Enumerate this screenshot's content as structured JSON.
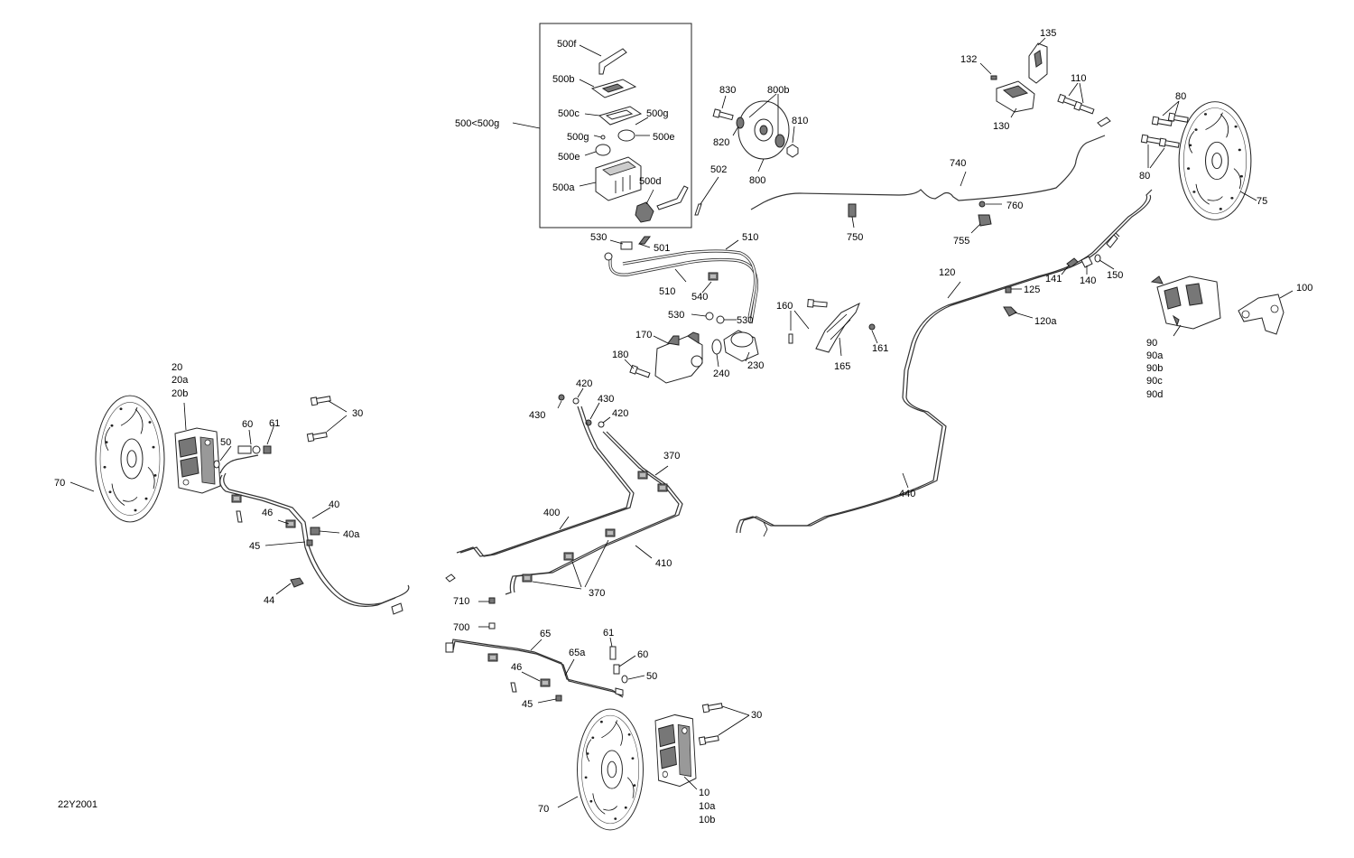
{
  "diagram_id": "22Y2001",
  "callouts": [
    {
      "id": "c500",
      "text": "500<500g"
    },
    {
      "id": "c500f",
      "text": "500f"
    },
    {
      "id": "c500b",
      "text": "500b"
    },
    {
      "id": "c500c",
      "text": "500c"
    },
    {
      "id": "c500g1",
      "text": "500g"
    },
    {
      "id": "c500g2",
      "text": "500g"
    },
    {
      "id": "c500e1",
      "text": "500e"
    },
    {
      "id": "c500e2",
      "text": "500e"
    },
    {
      "id": "c500a",
      "text": "500a"
    },
    {
      "id": "c500d",
      "text": "500d"
    },
    {
      "id": "c502",
      "text": "502"
    },
    {
      "id": "c501",
      "text": "501"
    },
    {
      "id": "c530a",
      "text": "530"
    },
    {
      "id": "c510a",
      "text": "510"
    },
    {
      "id": "c510b",
      "text": "510"
    },
    {
      "id": "c540",
      "text": "540"
    },
    {
      "id": "c530b",
      "text": "530"
    },
    {
      "id": "c530c",
      "text": "530"
    },
    {
      "id": "c170",
      "text": "170"
    },
    {
      "id": "c180",
      "text": "180"
    },
    {
      "id": "c240",
      "text": "240"
    },
    {
      "id": "c230",
      "text": "230"
    },
    {
      "id": "c830",
      "text": "830"
    },
    {
      "id": "c800b",
      "text": "800b"
    },
    {
      "id": "c810",
      "text": "810"
    },
    {
      "id": "c820",
      "text": "820"
    },
    {
      "id": "c800",
      "text": "800"
    },
    {
      "id": "c132",
      "text": "132"
    },
    {
      "id": "c135",
      "text": "135"
    },
    {
      "id": "c110",
      "text": "110"
    },
    {
      "id": "c130",
      "text": "130"
    },
    {
      "id": "c740",
      "text": "740"
    },
    {
      "id": "c760",
      "text": "760"
    },
    {
      "id": "c750",
      "text": "750"
    },
    {
      "id": "c755",
      "text": "755"
    },
    {
      "id": "c80a",
      "text": "80"
    },
    {
      "id": "c80b",
      "text": "80"
    },
    {
      "id": "c75",
      "text": "75"
    },
    {
      "id": "c120",
      "text": "120"
    },
    {
      "id": "c141",
      "text": "141"
    },
    {
      "id": "c140",
      "text": "140"
    },
    {
      "id": "c150",
      "text": "150"
    },
    {
      "id": "c125",
      "text": "125"
    },
    {
      "id": "c120a",
      "text": "120a"
    },
    {
      "id": "c100",
      "text": "100"
    },
    {
      "id": "c90",
      "text": "90"
    },
    {
      "id": "c90a",
      "text": "90a"
    },
    {
      "id": "c90b",
      "text": "90b"
    },
    {
      "id": "c90c",
      "text": "90c"
    },
    {
      "id": "c90d",
      "text": "90d"
    },
    {
      "id": "c160",
      "text": "160"
    },
    {
      "id": "c165",
      "text": "165"
    },
    {
      "id": "c161",
      "text": "161"
    },
    {
      "id": "c420a",
      "text": "420"
    },
    {
      "id": "c430a",
      "text": "430"
    },
    {
      "id": "c430b",
      "text": "430"
    },
    {
      "id": "c420b",
      "text": "420"
    },
    {
      "id": "c370a",
      "text": "370"
    },
    {
      "id": "c400",
      "text": "400"
    },
    {
      "id": "c410",
      "text": "410"
    },
    {
      "id": "c370b",
      "text": "370"
    },
    {
      "id": "c440",
      "text": "440"
    },
    {
      "id": "c710",
      "text": "710"
    },
    {
      "id": "c700",
      "text": "700"
    },
    {
      "id": "c65",
      "text": "65"
    },
    {
      "id": "c65a",
      "text": "65a"
    },
    {
      "id": "c46b",
      "text": "46"
    },
    {
      "id": "c45b",
      "text": "45"
    },
    {
      "id": "c61b",
      "text": "61"
    },
    {
      "id": "c60b",
      "text": "60"
    },
    {
      "id": "c50b",
      "text": "50"
    },
    {
      "id": "c30b",
      "text": "30"
    },
    {
      "id": "c70b",
      "text": "70"
    },
    {
      "id": "c10",
      "text": "10"
    },
    {
      "id": "c10a",
      "text": "10a"
    },
    {
      "id": "c10b",
      "text": "10b"
    },
    {
      "id": "c20",
      "text": "20"
    },
    {
      "id": "c20a",
      "text": "20a"
    },
    {
      "id": "c20b",
      "text": "20b"
    },
    {
      "id": "c30a",
      "text": "30"
    },
    {
      "id": "c60a",
      "text": "60"
    },
    {
      "id": "c61a",
      "text": "61"
    },
    {
      "id": "c50a",
      "text": "50"
    },
    {
      "id": "c70a",
      "text": "70"
    },
    {
      "id": "c40",
      "text": "40"
    },
    {
      "id": "c46a",
      "text": "46"
    },
    {
      "id": "c40a",
      "text": "40a"
    },
    {
      "id": "c45a",
      "text": "45"
    },
    {
      "id": "c44",
      "text": "44"
    }
  ]
}
